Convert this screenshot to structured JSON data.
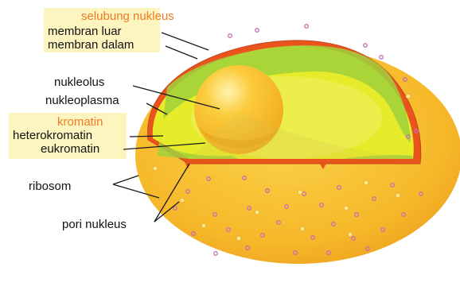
{
  "labels": {
    "selubung_nukleus": "selubung nukleus",
    "membran_luar": "membran luar",
    "membran_dalam": "membran dalam",
    "nukleolus": "nukleolus",
    "nukleoplasma": "nukleoplasma",
    "kromatin": "kromatin",
    "heterokromatin": "heterokromatin",
    "eukromatin": "eukromatin",
    "ribosom": "ribosom",
    "pori_nukleus": "pori nukleus"
  },
  "colors": {
    "header_text": "#f07b22",
    "label_box": "#fdf5bf",
    "outer_body": "#f6b92a",
    "nucleoplasm": "#e6ec2a",
    "heterochromatin": "#9fd13c",
    "envelope": "#e8541c",
    "nucleolus": "#f7b51e",
    "ribosome": "#c86fb1"
  }
}
